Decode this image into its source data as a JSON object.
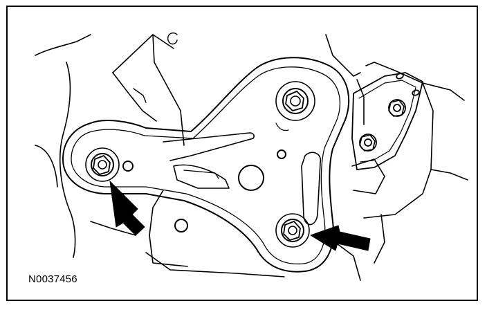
{
  "figure": {
    "id_label": "N0037456"
  },
  "colors": {
    "ink": "#000000",
    "paper": "#ffffff"
  },
  "icons": {
    "arrow_left": "arrow-pointing-to-left-bolt",
    "arrow_bottom": "arrow-pointing-to-lower-bolt"
  }
}
